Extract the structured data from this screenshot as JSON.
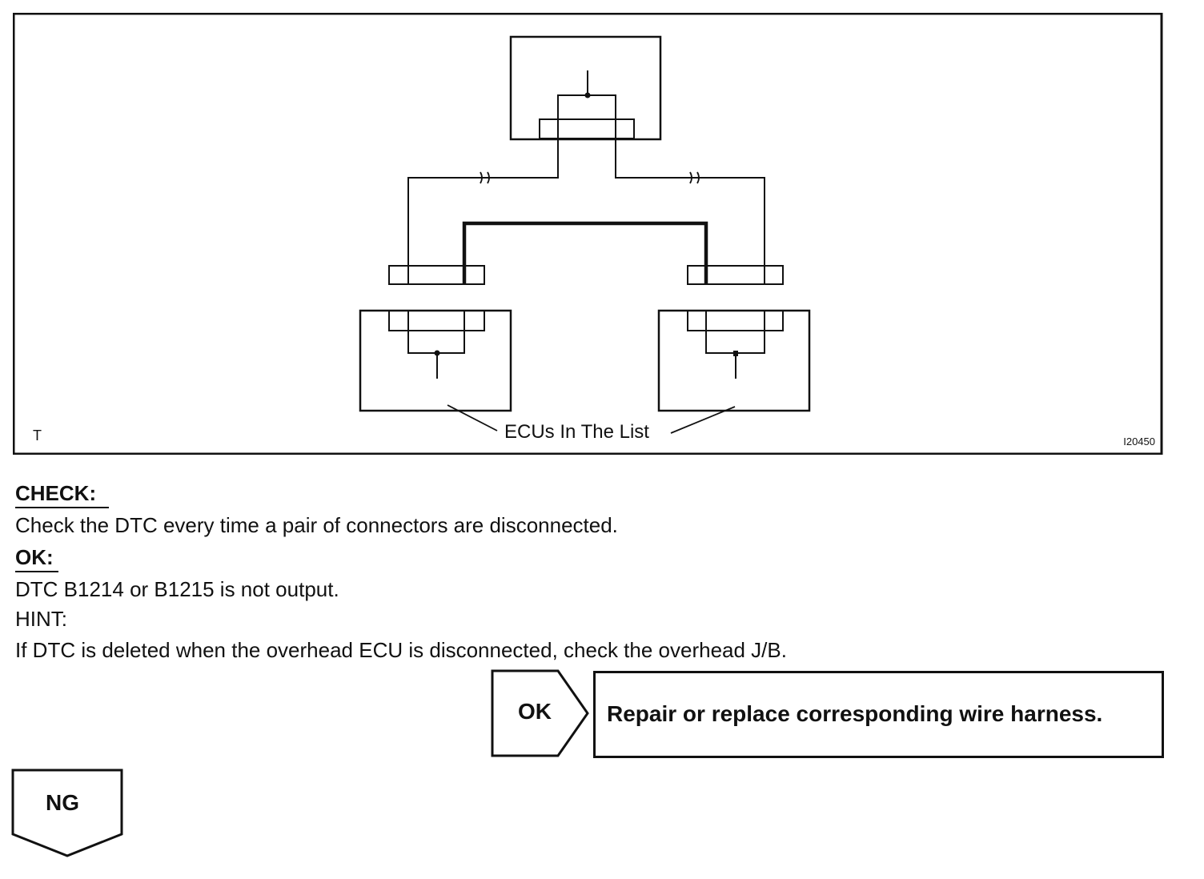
{
  "figure": {
    "corner_letter": "T",
    "caption": "ECUs In The List",
    "figure_id": "I20450"
  },
  "check": {
    "heading": "CHECK:",
    "text": "Check the DTC every time a pair of connectors are disconnected."
  },
  "ok_section": {
    "heading": "OK:",
    "text": "DTC B1214 or B1215 is not output."
  },
  "hint": {
    "heading": "HINT:",
    "text": "If DTC is deleted when the overhead ECU is disconnected, check the overhead J/B."
  },
  "flow": {
    "ok_label": "OK",
    "ok_action": "Repair or replace corresponding wire harness.",
    "ng_label": "NG"
  }
}
